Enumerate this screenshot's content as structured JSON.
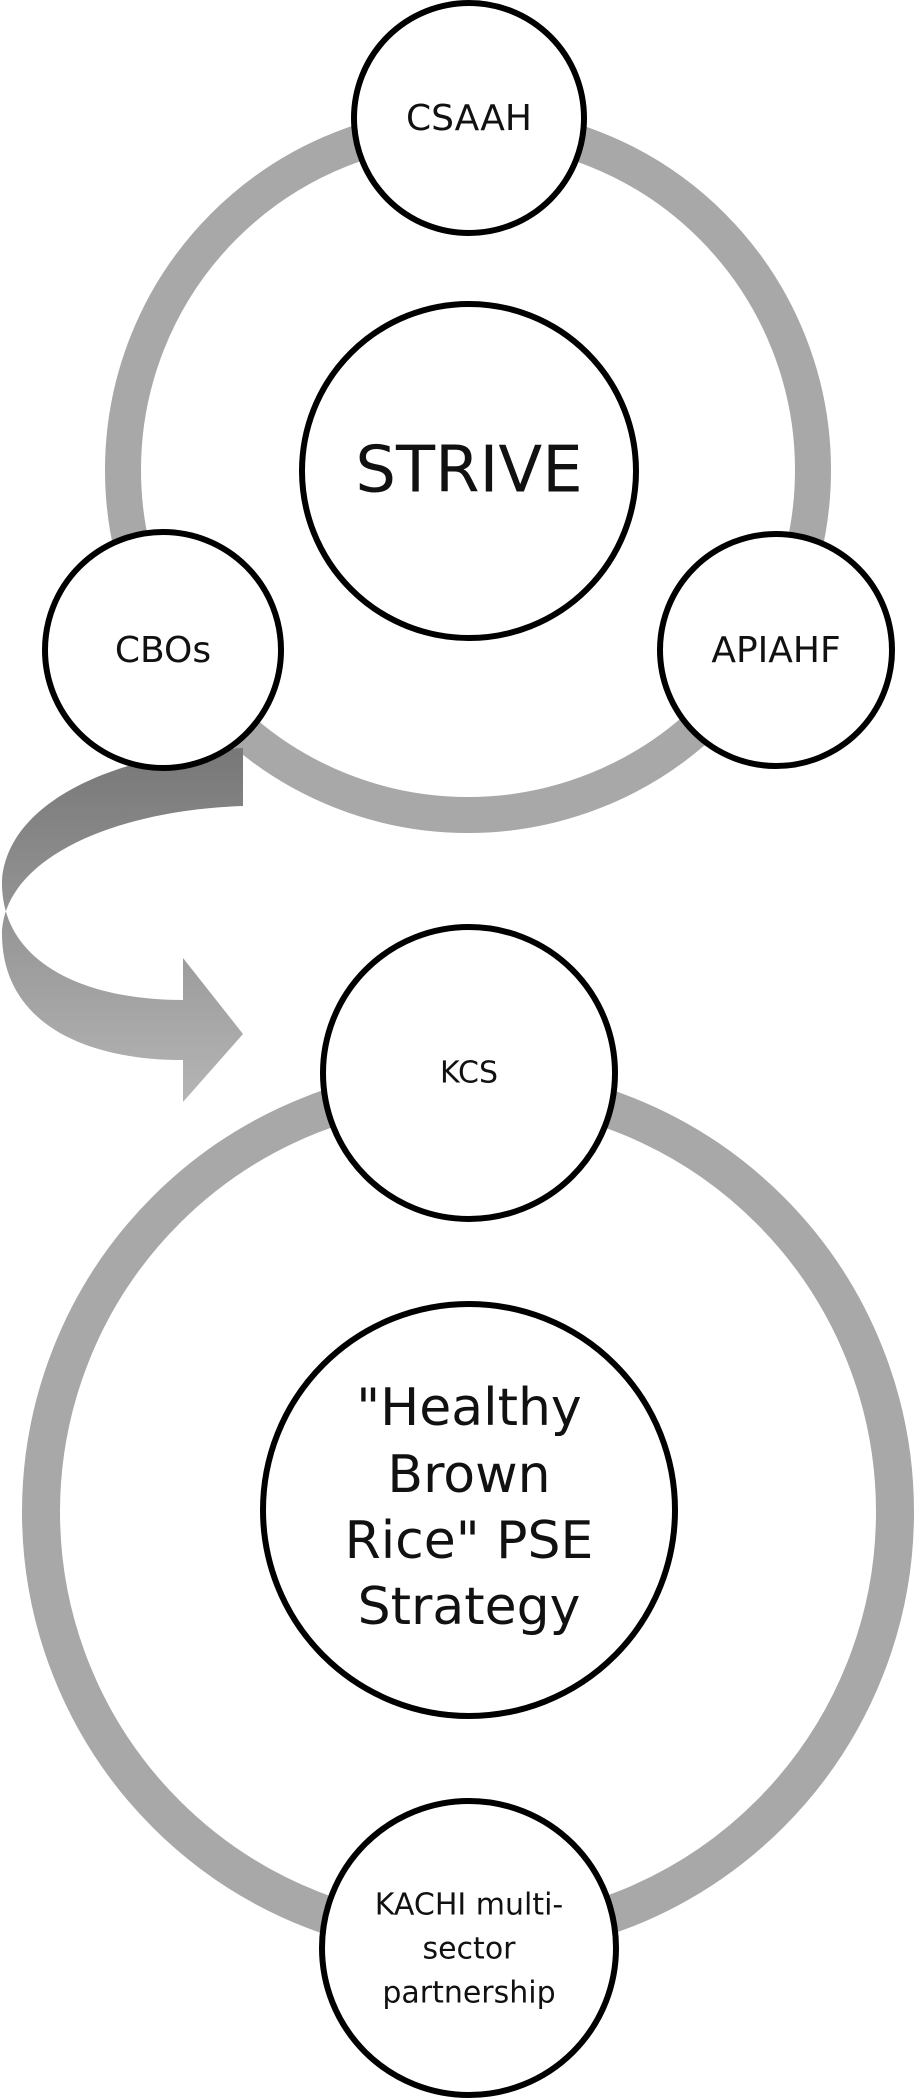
{
  "diagram": {
    "top": {
      "center": "STRIVE",
      "satellites": [
        "CSAAH",
        "APIAHF",
        "CBOs"
      ]
    },
    "bottom": {
      "center": [
        "\"Healthy",
        "Brown",
        "Rice\" PSE",
        "Strategy"
      ],
      "satellites": {
        "top": "KCS",
        "bottom": [
          "KACHI multi-",
          "sector",
          "partnership"
        ]
      }
    }
  }
}
